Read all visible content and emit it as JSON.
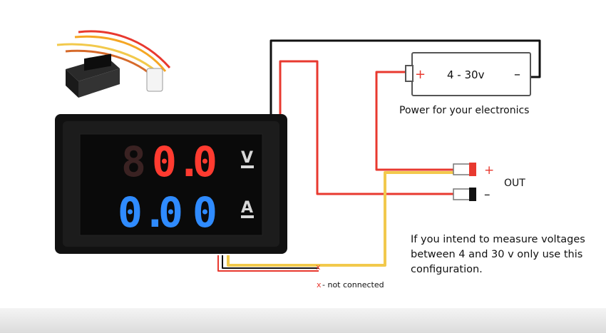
{
  "battery": {
    "label": "4 - 30v",
    "plus": "+",
    "minus": "–"
  },
  "power_caption": "Power for your electronics",
  "out": {
    "label": "OUT",
    "plus": "+",
    "minus": "–"
  },
  "display": {
    "voltage_digits": [
      "8",
      "0.",
      "0"
    ],
    "current_digits": [
      "0.",
      "0",
      "0"
    ],
    "voltage_unit": "V",
    "current_unit": "A"
  },
  "note": {
    "line1": "If you intend to measure voltages",
    "line2": "between 4 and 30 v only use this",
    "line3": "configuration."
  },
  "legend": {
    "mark": "x",
    "text": " - not connected"
  },
  "colors": {
    "red_wire": "#e8392f",
    "black_wire": "#111111",
    "yellow_wire": "#f2c94c",
    "led_red": "#ff3b30",
    "led_blue": "#2f8bff"
  }
}
